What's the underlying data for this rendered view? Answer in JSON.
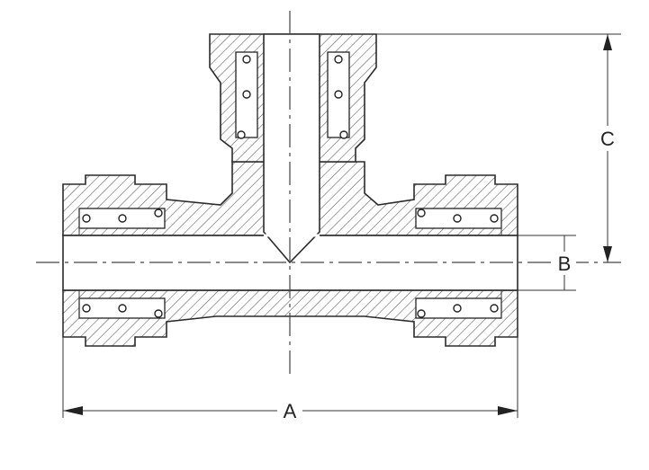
{
  "diagram": {
    "labels": {
      "dim_a": "A",
      "dim_b": "B",
      "dim_c": "C"
    },
    "colors": {
      "line": "#2b2b2b",
      "background": "#ffffff"
    }
  }
}
